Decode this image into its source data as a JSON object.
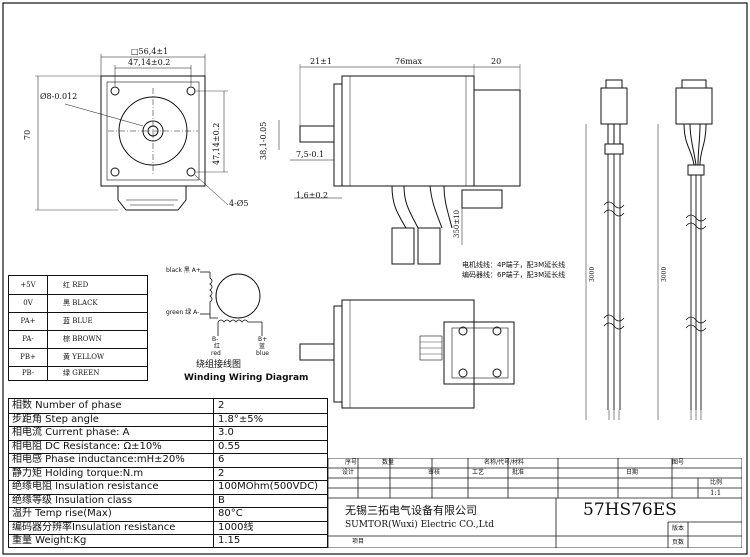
{
  "front_view": {
    "dim_outer": "□56,4±1",
    "dim_pitch_top": "47,14±0.2",
    "dim_pitch_right": "47,14±0.2",
    "dim_height": "70",
    "dim_shaft": "Ø8-0.012",
    "dim_holes": "4-Ø5"
  },
  "side_view": {
    "dim_shaft_len": "21±1",
    "dim_body_len": "76max",
    "dim_rear": "20",
    "dim_pilot": "38,1-0.05",
    "dim_flat": "7,5-0.1",
    "dim_flange": "1,6±0.2",
    "dim_cable": "350±10",
    "note_motor_cable": "电机线线：4P端子，配3M延长线",
    "note_encoder_cable": "编码器线：6P端子，配3M延长线"
  },
  "cables": {
    "len_left": "3000",
    "len_right": "3000"
  },
  "wiring_table": [
    {
      "pin": "+5V",
      "color": "红 RED"
    },
    {
      "pin": "0V",
      "color": "黑 BLACK"
    },
    {
      "pin": "PA+",
      "color": "蓝 BLUE"
    },
    {
      "pin": "PA-",
      "color": "棕 BROWN"
    },
    {
      "pin": "PB+",
      "color": "黄 YELLOW"
    },
    {
      "pin": "PB-",
      "color": "绿 GREEN"
    }
  ],
  "winding": {
    "label_black": "black 黑 A+",
    "label_green": "green 绿 A-",
    "label_red": "B-\n红\nred",
    "label_red_b": "B-",
    "label_red_cn": "红",
    "label_red_en": "red",
    "label_blue_b": "B+",
    "label_blue_cn": "蓝",
    "label_blue_en": "blue",
    "title_cn": "绕组接线图",
    "title_en": "Winding Wiring Diagram"
  },
  "specs": [
    {
      "label": "相数 Number of phase",
      "value": "2"
    },
    {
      "label": "步距角 Step angle",
      "value": "1.8°±5%"
    },
    {
      "label": "相电流 Current phase: A",
      "value": "3.0"
    },
    {
      "label": "相电阻 DC Resistance: Ω±10%",
      "value": "0.55"
    },
    {
      "label": "相电感 Phase inductance:mH±20%",
      "value": "6"
    },
    {
      "label": "静力矩 Holding torque:N.m",
      "value": "2"
    },
    {
      "label": "绝缘电阻 Insulation resistance",
      "value": "100MOhm(500VDC)"
    },
    {
      "label": "绝缘等级 Insulation class",
      "value": "B"
    },
    {
      "label": "温升 Temp rise(Max)",
      "value": "80°C"
    },
    {
      "label": "编码器分辨率Insulation resistance",
      "value": "1000线"
    },
    {
      "label": "重量 Weight:Kg",
      "value": "1.15"
    }
  ],
  "title_block": {
    "h_seq": "序号",
    "h_qty": "数量",
    "h_name": "名称/代号/材料",
    "h_drawno": "图号",
    "h_design": "设计",
    "h_review": "审核",
    "h_process": "工艺",
    "h_approve": "批准",
    "h_date": "日期",
    "h_scale": "比例",
    "scale": "1:1",
    "company_cn": "无锡三拓电气设备有限公司",
    "company_en": "SUMTOR(Wuxi) Electric CO.,Ltd",
    "model": "57HS76ES",
    "h_version": "版本",
    "h_pages": "页数",
    "h_project": "项目"
  }
}
